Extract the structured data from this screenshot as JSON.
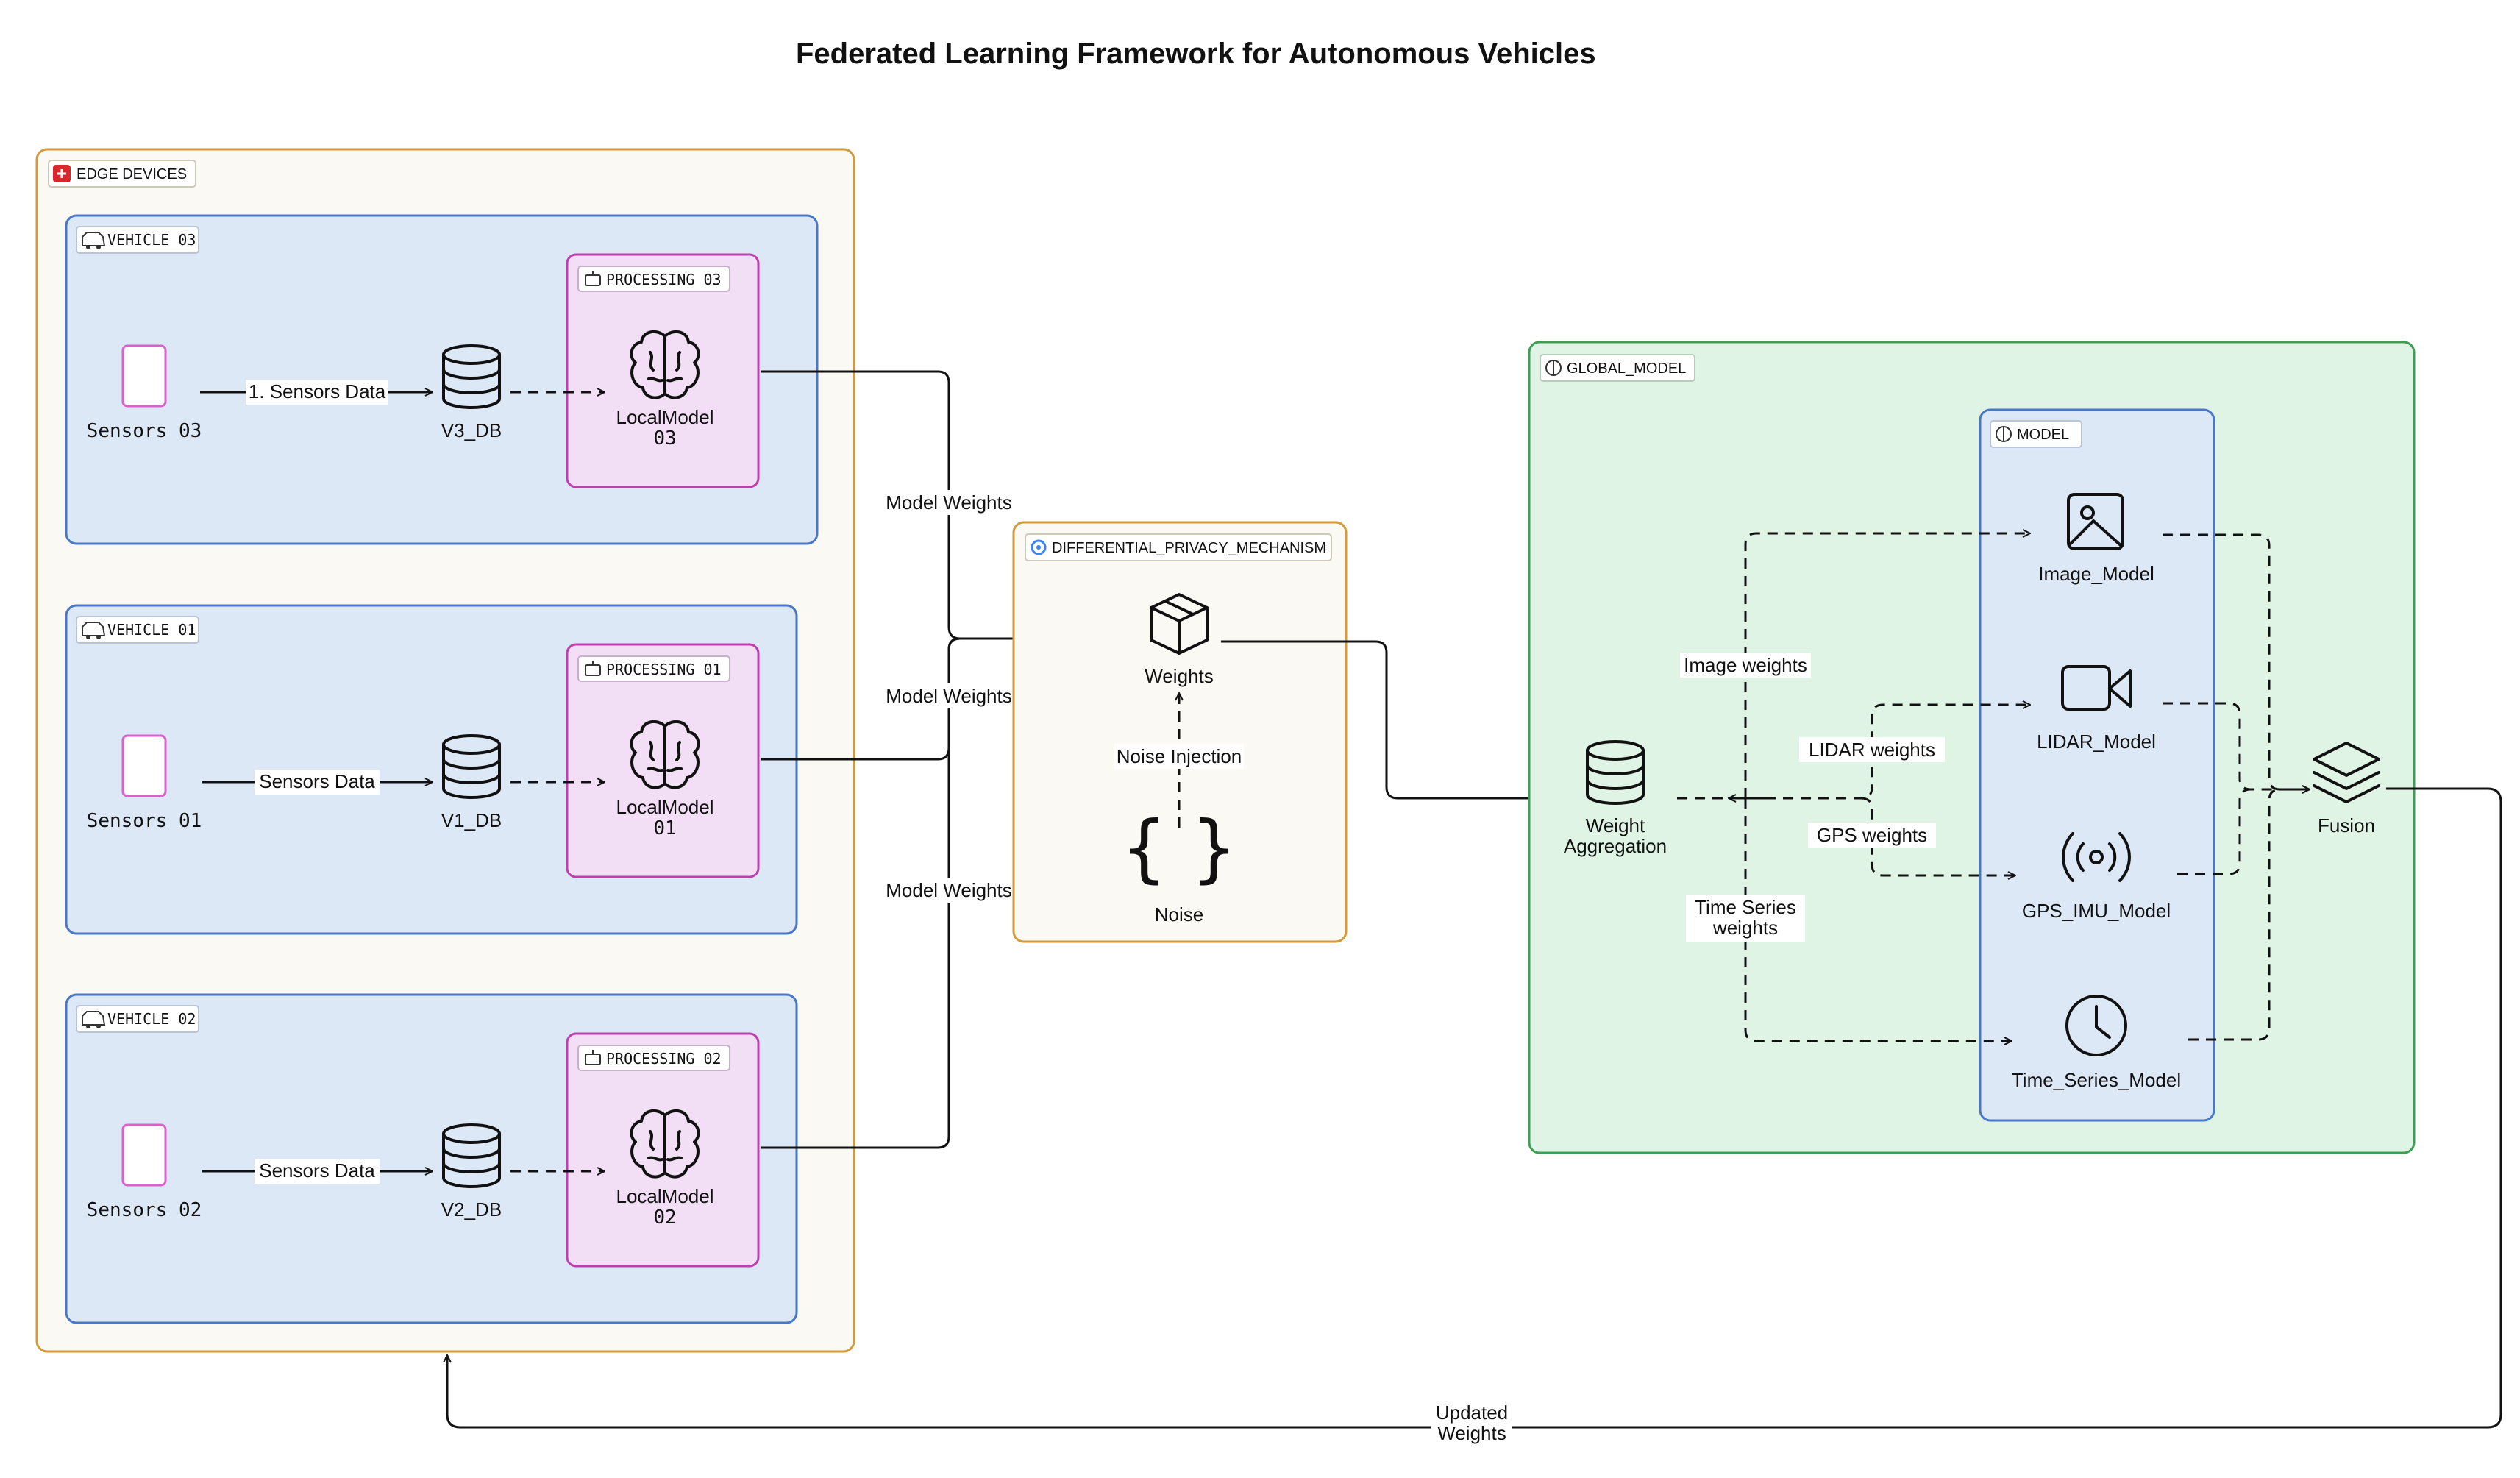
{
  "title": "Federated Learning Framework for Autonomous Vehicles",
  "edge_devices": {
    "label": "EDGE DEVICES",
    "vehicles": [
      {
        "label": "VEHICLE 03",
        "processing": "PROCESSING 03",
        "sensor": "Sensors 03",
        "db": "V3_DB",
        "model_line1": "LocalModel",
        "model_line2": "03",
        "edge_label": "1. Sensors Data"
      },
      {
        "label": "VEHICLE 01",
        "processing": "PROCESSING 01",
        "sensor": "Sensors 01",
        "db": "V1_DB",
        "model_line1": "LocalModel",
        "model_line2": "01",
        "edge_label": "Sensors Data"
      },
      {
        "label": "VEHICLE 02",
        "processing": "PROCESSING 02",
        "sensor": "Sensors 02",
        "db": "V2_DB",
        "model_line1": "LocalModel",
        "model_line2": "02",
        "edge_label": "Sensors Data"
      }
    ]
  },
  "model_weights_labels": [
    "Model Weights",
    "Model Weights",
    "Model Weights"
  ],
  "privacy": {
    "label": "DIFFERENTIAL_PRIVACY_MECHANISM",
    "weights": "Weights",
    "noise_injection": "Noise Injection",
    "noise": "Noise"
  },
  "global_model": {
    "label": "GLOBAL_MODEL",
    "aggregation_line1": "Weight",
    "aggregation_line2": "Aggregation",
    "model_group": "MODEL",
    "models": [
      "Image_Model",
      "LIDAR_Model",
      "GPS_IMU_Model",
      "Time_Series_Model"
    ],
    "edge_labels": {
      "image": "Image weights",
      "lidar": "LIDAR weights",
      "gps": "GPS weights",
      "time_series_line1": "Time Series",
      "time_series_line2": "weights"
    },
    "fusion": "Fusion"
  },
  "feedback": {
    "line1": "Updated",
    "line2": "Weights"
  },
  "colors": {
    "edge_border": "#d49a3a",
    "edge_fill": "#fbf9f4",
    "vehicle_border": "#4a78c8",
    "vehicle_fill": "#dde8f7",
    "processing_border": "#c03fae",
    "processing_fill": "#f3dff5",
    "sensor_border": "#dc60cc",
    "global_border": "#3e9e52",
    "global_fill": "#dff4e4",
    "model_border": "#4a78c8",
    "model_fill": "#dde8f7",
    "edge_icon": "#d9272e",
    "privacy_icon": "#3b82f6"
  }
}
